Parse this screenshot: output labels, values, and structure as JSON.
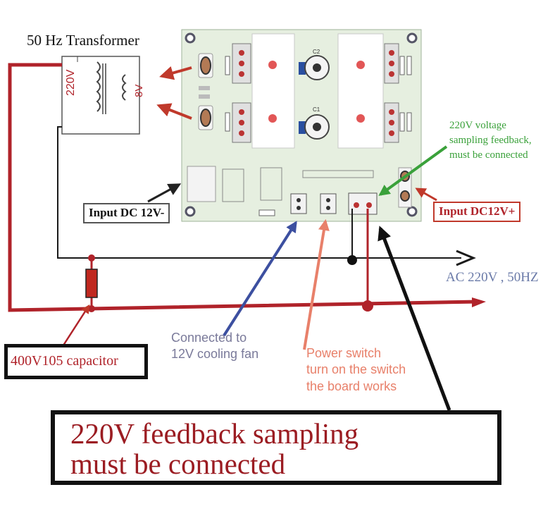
{
  "labels": {
    "transformer_title": "50 Hz Transformer",
    "primary_voltage": "220V",
    "secondary_voltage": "8V",
    "input_dc_minus": "Input DC 12V-",
    "input_dc_plus": "Input DC12V+",
    "voltage_sampling_line1": "220V voltage",
    "voltage_sampling_line2": "sampling feedback,",
    "voltage_sampling_line3": "must be connected",
    "ac_output": "AC 220V , 50HZ",
    "cooling_fan_line1": "Connected to",
    "cooling_fan_line2": "12V cooling fan",
    "capacitor": "400V105 capacitor",
    "power_switch_line1": "Power switch",
    "power_switch_line2": "turn on the switch",
    "power_switch_line3": "the board  works",
    "feedback_line1": "220V feedback sampling",
    "feedback_line2": "must be connected"
  },
  "board_marks": {
    "c1": "C1",
    "c2": "C2"
  },
  "colors": {
    "red_wire": "#b0232a",
    "black_wire": "#1a1a1a",
    "green_arrow": "#3aa13a",
    "blue_arrow": "#3c4fa0",
    "salmon_arrow": "#e8806a",
    "dark_red_text": "#9b1c22",
    "board_bg": "#e6efe0",
    "heatsink": "#ffffff"
  },
  "icons": {
    "transformer": "transformer-symbol-icon",
    "capacitor": "capacitor-icon"
  }
}
